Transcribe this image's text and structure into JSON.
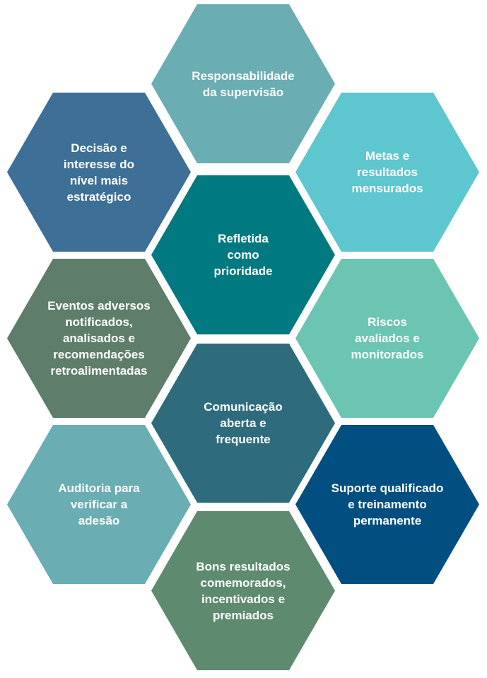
{
  "hexagons": [
    {
      "id": "responsabilidade",
      "label": "Responsabilidade\nda supervisão",
      "color": "#6aadb2"
    },
    {
      "id": "decisao",
      "label": "Decisão e\ninteresse do\nnível mais\nestratégico",
      "color": "#3d6f97"
    },
    {
      "id": "metas",
      "label": "Metas e\nresultados\nmensurados",
      "color": "#5ec6ce"
    },
    {
      "id": "refletida",
      "label": "Refletida\ncomo\nprioridade",
      "color": "#007a80"
    },
    {
      "id": "eventos",
      "label": "Eventos adversos\nnotificados,\nanalisados e\nrecomendações\nretroalimentadas",
      "color": "#5e7d6a"
    },
    {
      "id": "riscos",
      "label": "Riscos\navaliados e\nmonitorados",
      "color": "#6cc5b2"
    },
    {
      "id": "comunicacao",
      "label": "Comunicação\naberta e\nfrequente",
      "color": "#2e6c7d"
    },
    {
      "id": "auditoria",
      "label": "Auditoria para\nverificar a\nadesão",
      "color": "#6aadb2"
    },
    {
      "id": "suporte",
      "label": "Suporte qualificado\ne treinamento\npermanente",
      "color": "#004f80"
    },
    {
      "id": "bons",
      "label": "Bons resultados\ncomemorados,\nincentivados e\npremiados",
      "color": "#5e8a6f"
    }
  ]
}
